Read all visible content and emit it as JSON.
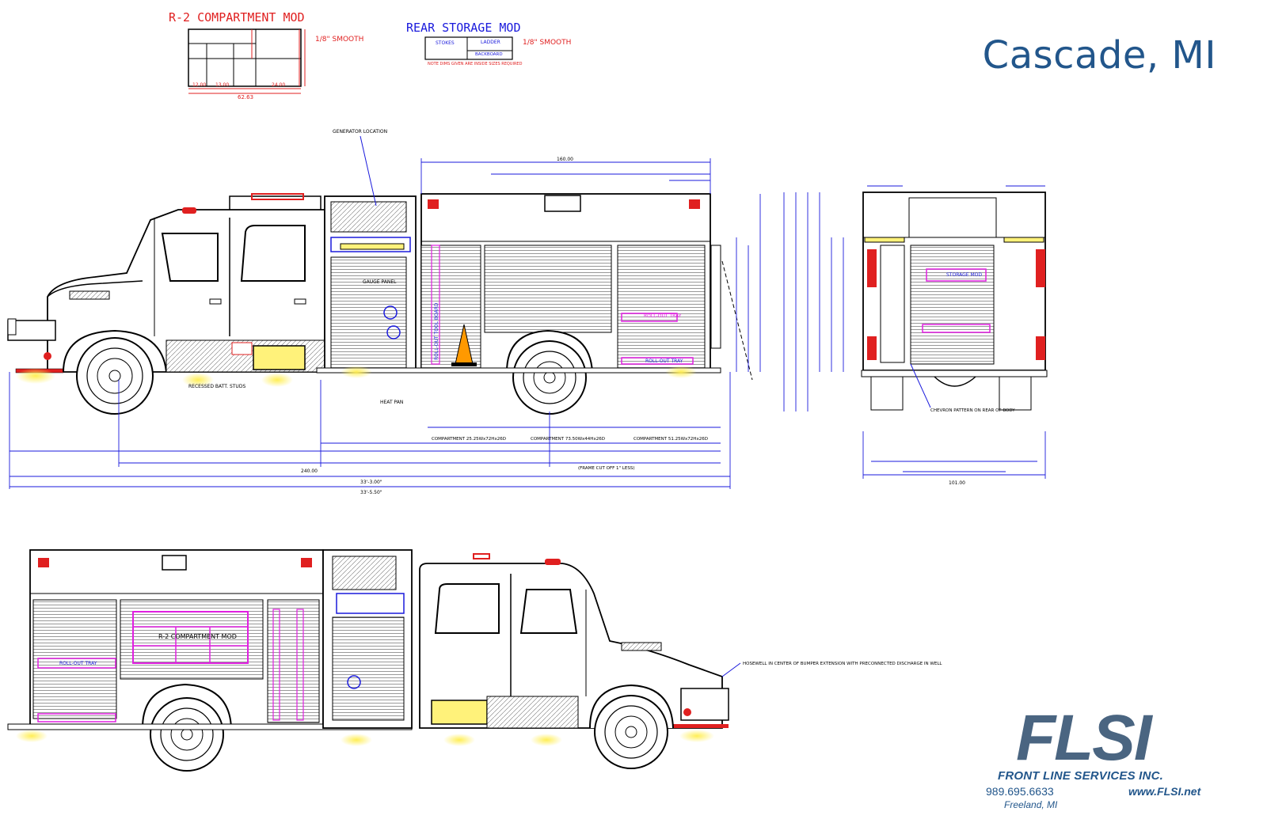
{
  "page_title": "Cascade, MI",
  "drawings": {
    "r2_mod_title": "R-2 COMPARTMENT MOD",
    "r2_smooth": "1/8\" SMOOTH",
    "rear_mod_title": "REAR STORAGE MOD",
    "rear_smooth": "1/8\" SMOOTH",
    "rear_note": "NOTE DIMS GIVEN ARE INSIDE SIZES REQUIRED",
    "rear_stokes": "STOKES",
    "rear_ladder": "LADDER",
    "rear_backboard": "BACKBOARD",
    "generator": "GENERATOR LOCATION",
    "gauge_panel": "GAUGE PANEL",
    "rollout_tray": "ROLL-OUT TRAY",
    "rollout_tool_board": "ROLL-OUT TOOL BOARD",
    "recessed_batt": "RECESSED BATT. STUDS",
    "heat_pan": "HEAT PAN",
    "storage_mod": "STORAGE MOD",
    "chevron": "CHEVRON PATTERN ON REAR OF BODY",
    "hosewell": "HOSEWELL IN CENTER OF BUMPER EXTENSION WITH PRECONNECTED DISCHARGE IN WELL",
    "r2_label": "R-2 COMPARTMENT MOD",
    "dim_overall_1": "33'-3.00\"",
    "dim_overall_2": "33'-5.50\"",
    "dim_wb": "240.00",
    "dim_compartment_1": "COMPARTMENT 25.25Wx72Hx26D",
    "dim_compartment_2": "COMPARTMENT 73.50Wx44Hx26D",
    "dim_compartment_3": "COMPARTMENT 51.25Wx72Hx26D",
    "dim_frame_cut": "(FRAME CUT OFF 1\" LESS)",
    "dim_body": "160.00",
    "dim_rear_width": "101.00"
  },
  "logo": {
    "wordmark": "FLSI",
    "company": "FRONT LINE SERVICES INC.",
    "phone": "989.695.6633",
    "website": "www.FLSI.net",
    "city": "Freeland, MI"
  },
  "colors": {
    "title": "#22568b",
    "logo_blue": "#22568b",
    "logo_gray": "#4a6581",
    "dim_blue": "#1a1adc",
    "dim_red": "#e02020",
    "magenta": "#e020e0",
    "yellow": "#fff27a"
  }
}
